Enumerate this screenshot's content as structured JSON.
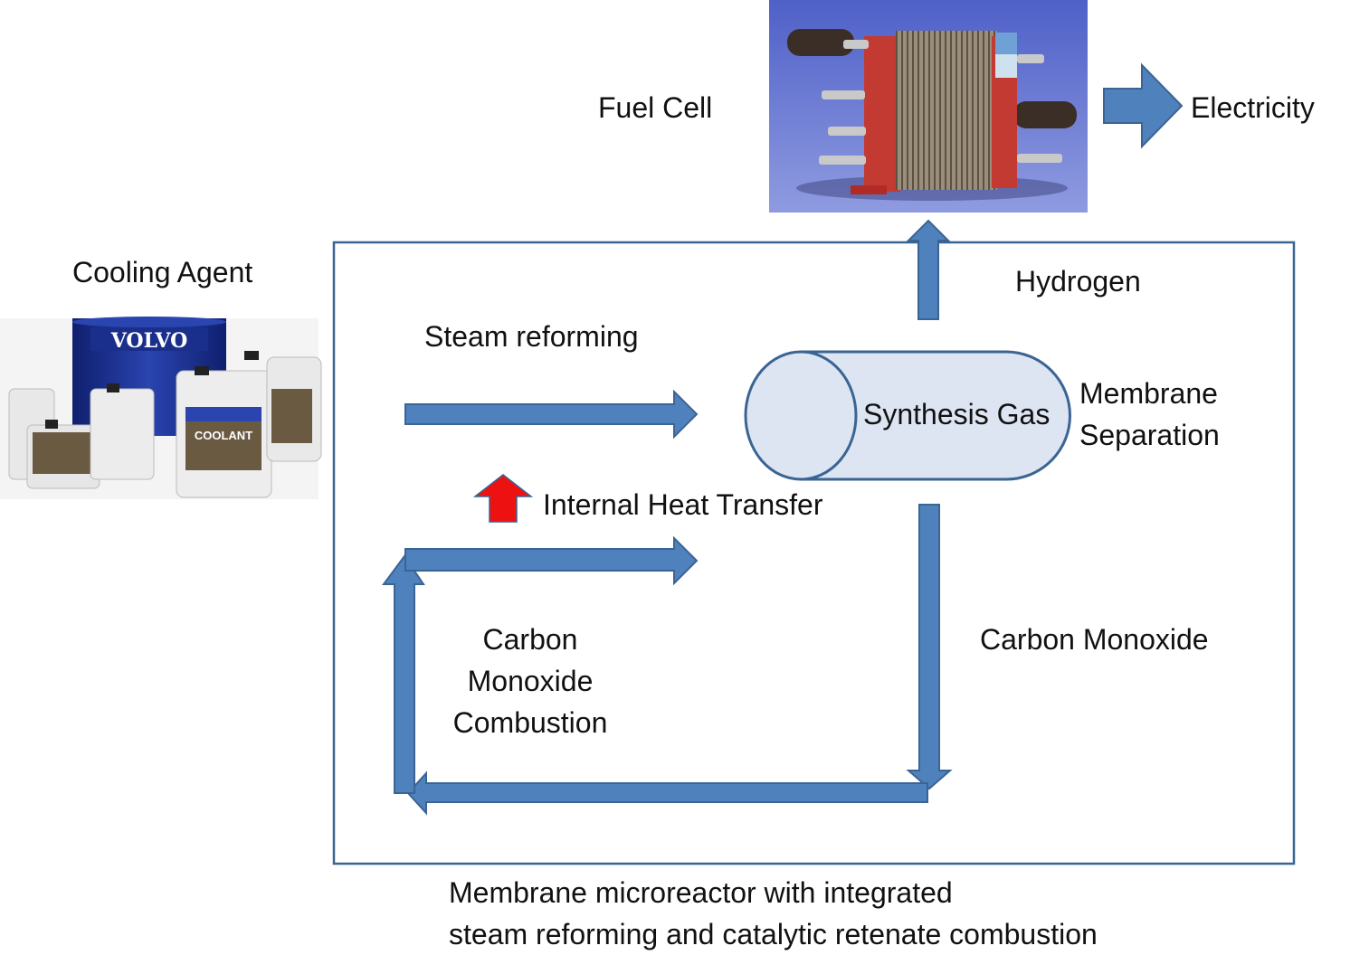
{
  "labels": {
    "fuel_cell": "Fuel Cell",
    "electricity": "Electricity",
    "cooling_agent": "Cooling Agent",
    "hydrogen": "Hydrogen",
    "steam_reforming": "Steam reforming",
    "synthesis_gas": "Synthesis Gas",
    "membrane_separation": [
      "Membrane",
      "Separation"
    ],
    "internal_heat_transfer": "Internal Heat Transfer",
    "carbon_monoxide": "Carbon Monoxide",
    "co_combustion": [
      "Carbon",
      "Monoxide",
      "Combustion"
    ],
    "caption": [
      "Membrane microreactor with integrated",
      "steam reforming and catalytic retenate combustion"
    ]
  },
  "coolant_image_text": {
    "brand": "VOLVO",
    "product": "COOLANT"
  },
  "colors": {
    "arrow_fill": "#4f81bd",
    "arrow_stroke": "#3a6493",
    "frame": "#3a6493",
    "cylinder_fill": "#dde4f2",
    "heat_arrow": "#ee1111",
    "photo_bg": "#5f6fd0"
  }
}
